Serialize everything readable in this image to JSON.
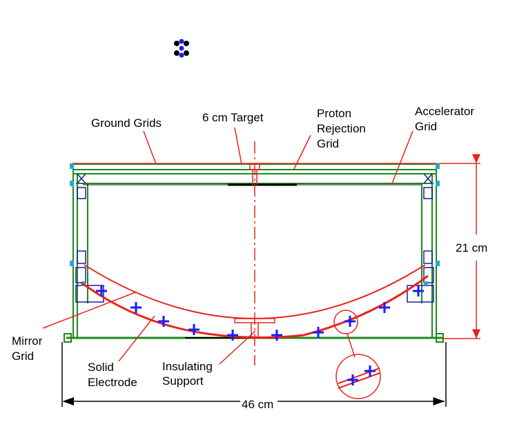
{
  "labels": {
    "ground_grids": "Ground Grids",
    "target": "6 cm Target",
    "proton_rejection_1": "Proton",
    "proton_rejection_2": "Rejection",
    "proton_rejection_3": "Grid",
    "accelerator_1": "Accelerator",
    "accelerator_2": "Grid",
    "height_dim": "21 cm",
    "mirror_grid_1": "Mirror",
    "mirror_grid_2": "Grid",
    "solid_electrode_1": "Solid",
    "solid_electrode_2": "Electrode",
    "insulating_support_1": "Insulating",
    "insulating_support_2": "Support",
    "width_dim": "46 cm"
  },
  "colors": {
    "frame": "#1a8a1a",
    "electrode": "#e8231c",
    "plus_marks": "#1a1aff",
    "blue_parts": "#1a1a99",
    "cyan_parts": "#22a8d8",
    "black": "#000000"
  },
  "icons": {
    "top_symbol": "atom-cluster-icon",
    "charges": "plus-sign-icon",
    "detail": "magnifier-circle-icon"
  }
}
